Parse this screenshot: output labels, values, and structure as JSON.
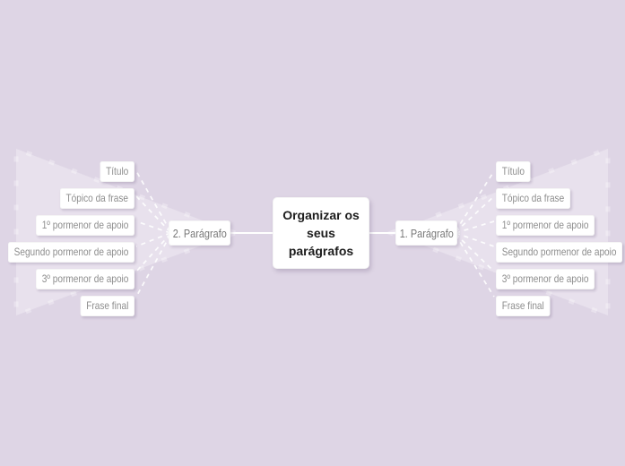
{
  "canvas": {
    "background_color": "#ded5e5",
    "region_highlight_color": "rgba(255,255,255,0.30)",
    "node_background_color": "#ffffff",
    "connector_color": "#ffffff",
    "subtopic_text_color": "#8d8d8d",
    "branch_text_color": "#787878",
    "central_text_color": "#1c1c1c"
  },
  "central_topic": {
    "label": "Organizar os seus parágrafos"
  },
  "branches": {
    "right": {
      "label": "1. Parágrafo",
      "subtopics": [
        "Título",
        "Tópico da frase",
        "1º pormenor de apoio",
        "Segundo pormenor de apoio",
        "3º pormenor de apoio",
        "Frase final"
      ]
    },
    "left": {
      "label": "2. Parágrafo",
      "subtopics": [
        "Título",
        "Tópico da frase",
        "1º pormenor de apoio",
        "Segundo pormenor de apoio",
        "3º pormenor de apoio",
        "Frase final"
      ]
    }
  }
}
